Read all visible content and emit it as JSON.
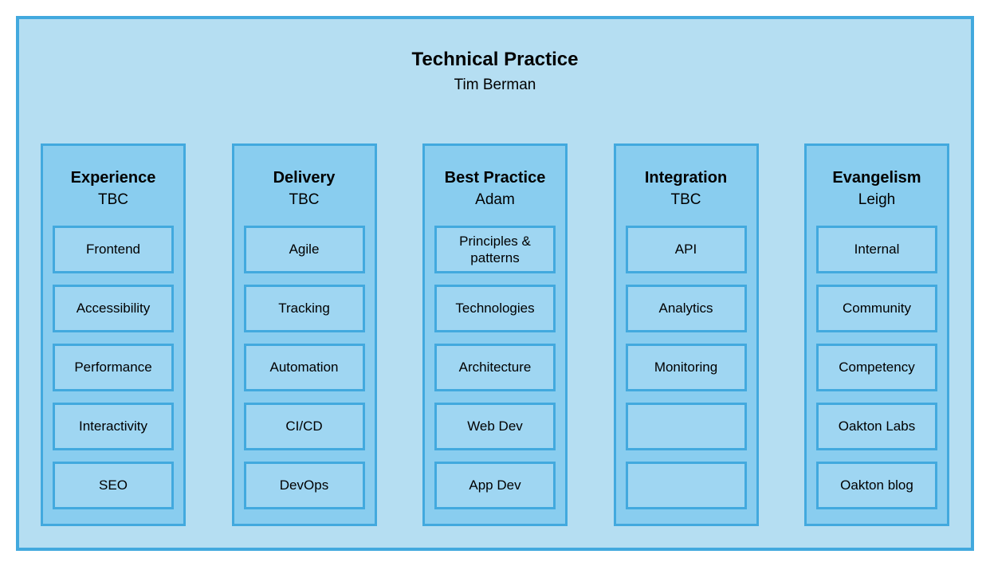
{
  "title": "Technical Practice",
  "subtitle": "Tim Berman",
  "colors": {
    "border": "#42A9DE",
    "canvas_bg": "#B5DEF2",
    "column_bg": "#89CDEF",
    "item_bg": "#9FD6F2",
    "text": "#000000"
  },
  "columns": [
    {
      "name": "Experience",
      "lead": "TBC",
      "items": [
        "Frontend",
        "Accessibility",
        "Performance",
        "Interactivity",
        "SEO"
      ]
    },
    {
      "name": "Delivery",
      "lead": "TBC",
      "items": [
        "Agile",
        "Tracking",
        "Automation",
        "CI/CD",
        "DevOps"
      ]
    },
    {
      "name": "Best Practice",
      "lead": "Adam",
      "items": [
        "Principles & patterns",
        "Technologies",
        "Architecture",
        "Web Dev",
        "App Dev"
      ]
    },
    {
      "name": "Integration",
      "lead": "TBC",
      "items": [
        "API",
        "Analytics",
        "Monitoring",
        "",
        ""
      ]
    },
    {
      "name": "Evangelism",
      "lead": "Leigh",
      "items": [
        "Internal",
        "Community",
        "Competency",
        "Oakton Labs",
        "Oakton blog"
      ]
    }
  ]
}
